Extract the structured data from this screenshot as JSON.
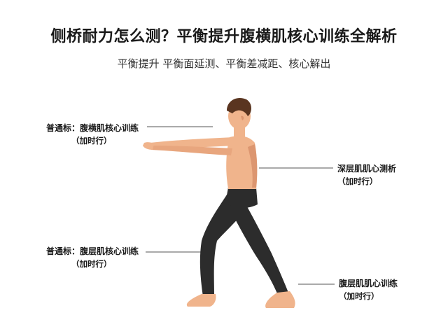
{
  "title": "侧桥耐力怎么测？平衡提升腹横肌核心训练全解析",
  "subtitle": "平衡提升 平衡面延测、平衡差减距、核心解出",
  "annotations": [
    {
      "id": "upper-left",
      "line1": "普通标：腹横肌核心训练",
      "line2": "（加时行）"
    },
    {
      "id": "mid-right",
      "line1": "深层肌肌心测析",
      "line2": "（加时行）"
    },
    {
      "id": "lower-left",
      "line1": "普通标：腹层肌核心训练",
      "line2": "（加时行）"
    },
    {
      "id": "lower-right",
      "line1": "腹层肌肌心训练",
      "line2": "（加时行）"
    }
  ],
  "colors": {
    "skin": "#f0b48c",
    "skin_shadow": "#dc9670",
    "hair": "#5a3520",
    "pants": "#2c2c2c",
    "leader_line": "#555555"
  }
}
